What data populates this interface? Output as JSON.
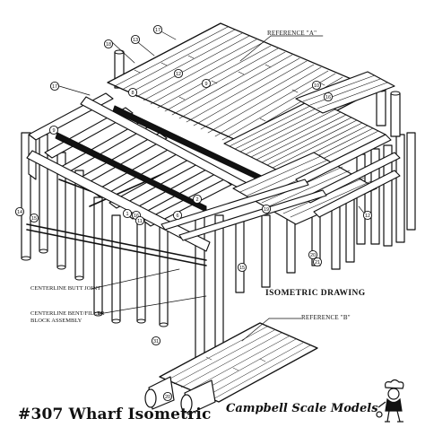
{
  "title": "#307 Wharf Isometric",
  "brand": "Campbell Scale Models",
  "drawing_label": "ISOMETRIC DRAWING",
  "references": {
    "a": "REFERENCE \"A\"",
    "b": "REFERENCE \"B\""
  },
  "callouts": {
    "butt_joint": "CENTERLINE BUTT JOINT",
    "bent_line1": "CENTERLINE BENT/FILLER",
    "bent_line2": "BLOCK ASSEMBLY"
  },
  "part_numbers": [
    {
      "id": "p1",
      "text": "13"
    },
    {
      "id": "p2",
      "text": "17"
    },
    {
      "id": "p3",
      "text": "18"
    },
    {
      "id": "p4",
      "text": "17"
    },
    {
      "id": "p5",
      "text": "12"
    },
    {
      "id": "p6",
      "text": "8"
    },
    {
      "id": "p7",
      "text": "9"
    },
    {
      "id": "p8",
      "text": "9"
    },
    {
      "id": "p9",
      "text": "10"
    },
    {
      "id": "p10",
      "text": "16"
    },
    {
      "id": "p11",
      "text": "12"
    },
    {
      "id": "p12",
      "text": "14"
    },
    {
      "id": "p13",
      "text": "15"
    },
    {
      "id": "p14",
      "text": "16"
    },
    {
      "id": "p15",
      "text": "20"
    },
    {
      "id": "p16",
      "text": "21"
    },
    {
      "id": "p17",
      "text": "2"
    },
    {
      "id": "p18",
      "text": "6"
    },
    {
      "id": "p19",
      "text": "11"
    },
    {
      "id": "p20",
      "text": "19"
    },
    {
      "id": "p21",
      "text": "15"
    },
    {
      "id": "p22",
      "text": "31"
    },
    {
      "id": "p23",
      "text": "20"
    },
    {
      "id": "p24",
      "text": "1"
    }
  ]
}
